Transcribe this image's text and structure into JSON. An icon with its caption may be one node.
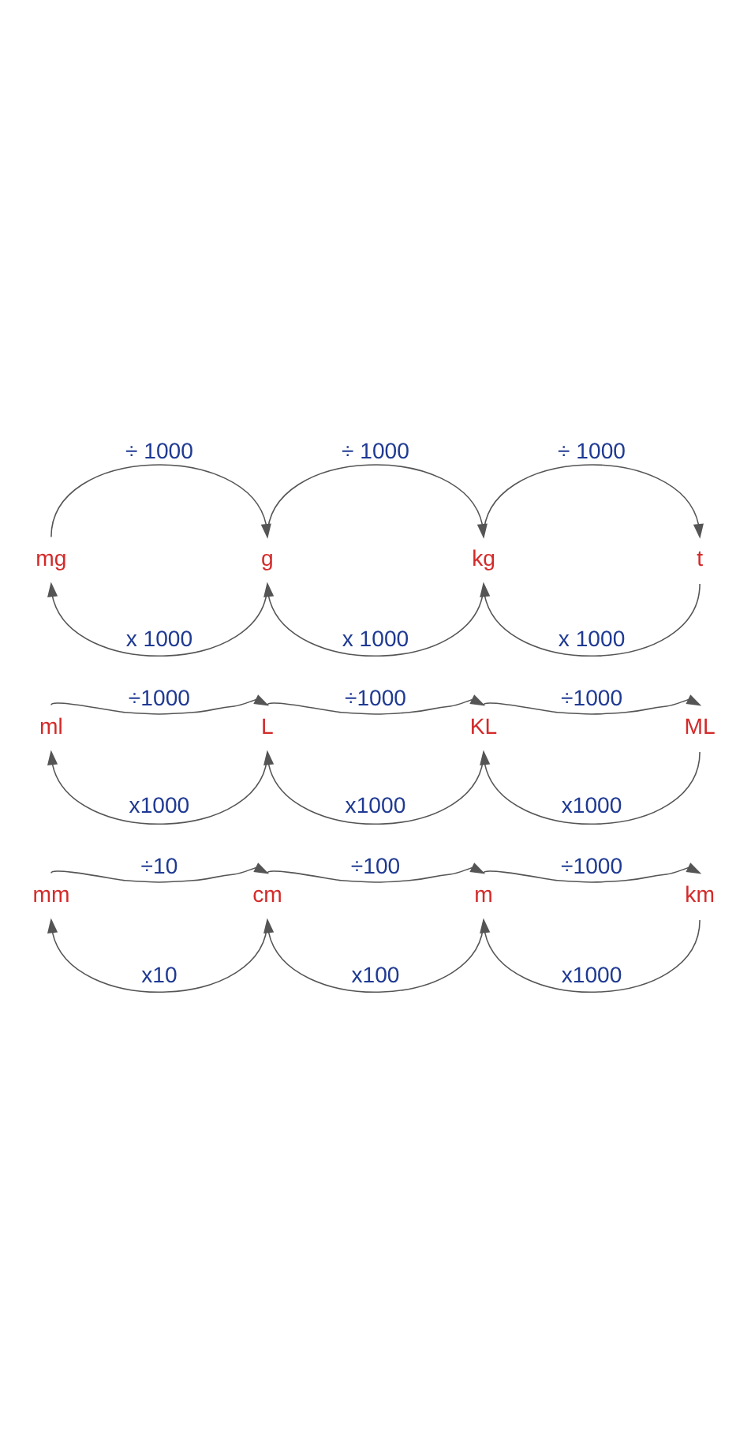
{
  "diagram": {
    "nodes": [
      {
        "text": [
          "mm"
        ]
      },
      {
        "text": [
          "cm"
        ]
      },
      {
        "text": [
          "m"
        ]
      },
      {
        "text": [
          "km"
        ]
      },
      {
        "text": [
          "ml"
        ]
      },
      {
        "text": [
          "L"
        ]
      },
      {
        "text": [
          "KL"
        ]
      },
      {
        "text": [
          "ML"
        ]
      },
      {
        "text": [
          "mg"
        ]
      },
      {
        "text": [
          "g"
        ]
      },
      {
        "text": [
          "kg"
        ]
      },
      {
        "text": [
          "t"
        ]
      }
    ],
    "edges": [
      {
        "from": 0,
        "to": 1,
        "arrow": "to",
        "label": "÷10"
      },
      {
        "from": 1,
        "to": 2,
        "arrow": "to",
        "label": "÷100"
      },
      {
        "from": 2,
        "to": 3,
        "arrow": "to",
        "label": "÷1000"
      },
      {
        "from": 1,
        "to": 0,
        "arrow": "to",
        "label": "x10"
      },
      {
        "from": 2,
        "to": 1,
        "arrow": "to",
        "label": "x100"
      },
      {
        "from": 3,
        "to": 2,
        "arrow": "to",
        "label": "x1000"
      },
      {
        "from": 4,
        "to": 5,
        "arrow": "to",
        "label": "÷1000"
      },
      {
        "from": 5,
        "to": 6,
        "arrow": "to",
        "label": "÷1000"
      },
      {
        "from": 6,
        "to": 7,
        "arrow": "to",
        "label": "÷1000"
      },
      {
        "from": 5,
        "to": 4,
        "arrow": "to",
        "label": "x1000"
      },
      {
        "from": 6,
        "to": 5,
        "arrow": "to",
        "label": "x1000"
      },
      {
        "from": 7,
        "to": 6,
        "arrow": "to",
        "label": "x1000"
      },
      {
        "from": 8,
        "to": 9,
        "arrow": "to",
        "label": "÷ 1000"
      },
      {
        "from": 9,
        "to": 10,
        "arrow": "to",
        "label": "÷ 1000"
      },
      {
        "from": 10,
        "to": 11,
        "arrow": "to",
        "label": "÷ 1000"
      },
      {
        "from": 9,
        "to": 8,
        "arrow": "to",
        "label": "x 1000"
      },
      {
        "from": 10,
        "to": 9,
        "arrow": "to",
        "label": "x 1000"
      },
      {
        "from": 11,
        "to": 10,
        "arrow": "to",
        "label": "x 1000"
      }
    ]
  }
}
